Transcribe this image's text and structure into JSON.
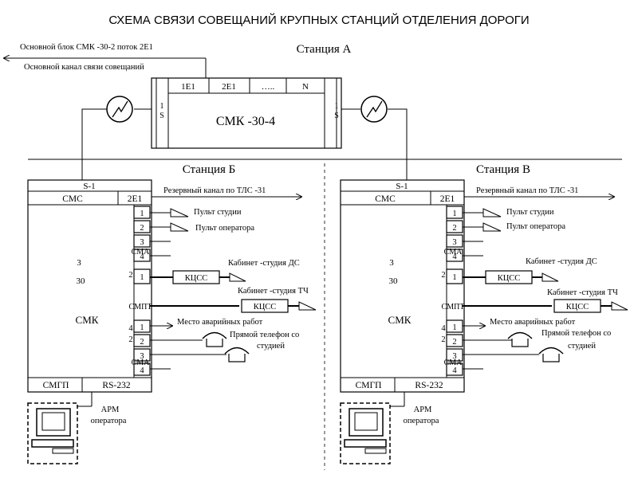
{
  "title": "СХЕМА СВЯЗИ СОВЕЩАНИЙ КРУПНЫХ СТАНЦИЙ ОТДЕЛЕНИЯ ДОРОГИ",
  "top": {
    "main_block_label": "Основной блок СМК  -30-2 поток  2Е1",
    "main_channel_label": "Основной канал связи совещаний"
  },
  "station_a": {
    "name": "Станция А",
    "cells": [
      "1Е1",
      "2Е1",
      "…..",
      "N"
    ],
    "device": "СМК -30-4",
    "left_port": [
      "1",
      "S"
    ],
    "right_port": [
      "1",
      "S"
    ]
  },
  "station_b": {
    "name": "Станция Б",
    "s_label": "S-1",
    "cmc": "СМС",
    "e1": "2Е1",
    "reserve": "Резервный канал по ТЛС    -31",
    "side_digits": [
      "3",
      "30"
    ],
    "device": "СМК",
    "ports_a": [
      "1",
      "2",
      "3",
      "4"
    ],
    "cma": "СМА",
    "group2_num": "2",
    "port_b1": "1",
    "cmpt": "СМПТ",
    "ports_c": [
      "1",
      "2",
      "3",
      "4"
    ],
    "group4_nums": [
      "4",
      "2"
    ],
    "cma2": "СМА",
    "bottom_left": "СМГП",
    "bottom_right": "RS-232",
    "arm": "АРМ",
    "operator": "оператора",
    "labels": {
      "studio_console": "Пульт студии",
      "operator_console": "Пульт оператора",
      "cabinet_ds": "Кабинет  -студия ДС",
      "kcss": "КЦСС",
      "cabinet_tch": "Кабинет  -студия ТЧ",
      "kcss2": "КЦСС",
      "emergency": "Место аварийных работ",
      "direct_phone": "Прямой телефон со",
      "studio": "студией"
    }
  },
  "station_v": {
    "name": "Станция В",
    "s_label": "S-1",
    "cmc": "СМС",
    "e1": "2Е1",
    "reserve": "Резервный канал по ТЛС    -31",
    "side_digits": [
      "3",
      "30"
    ],
    "device": "СМК",
    "ports_a": [
      "1",
      "2",
      "3",
      "4"
    ],
    "cma": "СМА",
    "group2_num": "2",
    "port_b1": "1",
    "cmpt": "СМПТ",
    "ports_c": [
      "1",
      "2",
      "3",
      "4"
    ],
    "group4_nums": [
      "4",
      "2"
    ],
    "cma2": "СМА",
    "bottom_left": "СМГП",
    "bottom_right": "RS-232",
    "arm": "АРМ",
    "operator": "оператора",
    "labels": {
      "studio_console": "Пульт студии",
      "operator_console": "Пульт оператора",
      "cabinet_ds": "Кабинет  -студия ДС",
      "kcss": "КЦСС",
      "cabinet_tch": "Кабинет  -студия ТЧ",
      "kcss2": "КЦСС",
      "emergency": "Место аварийных работ",
      "direct_phone": "Прямой телефон со",
      "studio": "студией"
    }
  }
}
